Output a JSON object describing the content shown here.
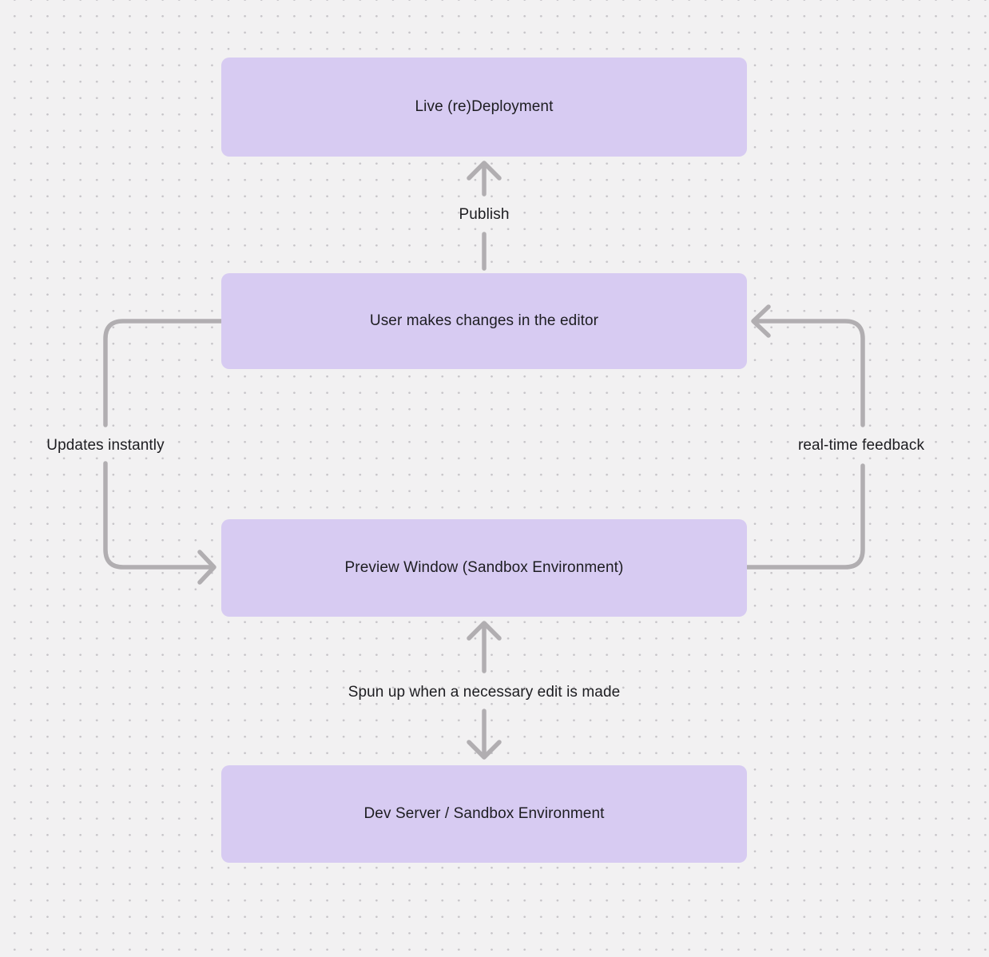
{
  "colors": {
    "canvas_bg": "#f2f1f2",
    "dot": "#c6c4c8",
    "node_fill": "#d7cbf2",
    "node_text": "#1d1d21",
    "label_text": "#1d1d21",
    "arrow": "#b1aeb1"
  },
  "nodes": [
    {
      "id": "live-redeployment",
      "label": "Live (re)Deployment"
    },
    {
      "id": "user-editor",
      "label": "User makes changes in the editor"
    },
    {
      "id": "preview-window",
      "label": "Preview Window (Sandbox Environment)"
    },
    {
      "id": "dev-server",
      "label": "Dev Server / Sandbox Environment"
    }
  ],
  "edges": [
    {
      "from": "user-editor",
      "to": "live-redeployment",
      "label": "Publish",
      "direction": "up"
    },
    {
      "from": "user-editor",
      "to": "preview-window",
      "label": "Updates instantly",
      "direction": "left-loop"
    },
    {
      "from": "preview-window",
      "to": "user-editor",
      "label": "real-time feedback",
      "direction": "right-loop"
    },
    {
      "from": "preview-window",
      "to": "dev-server",
      "label": "Spun up when a necessary edit is made",
      "direction": "bidirectional"
    }
  ]
}
